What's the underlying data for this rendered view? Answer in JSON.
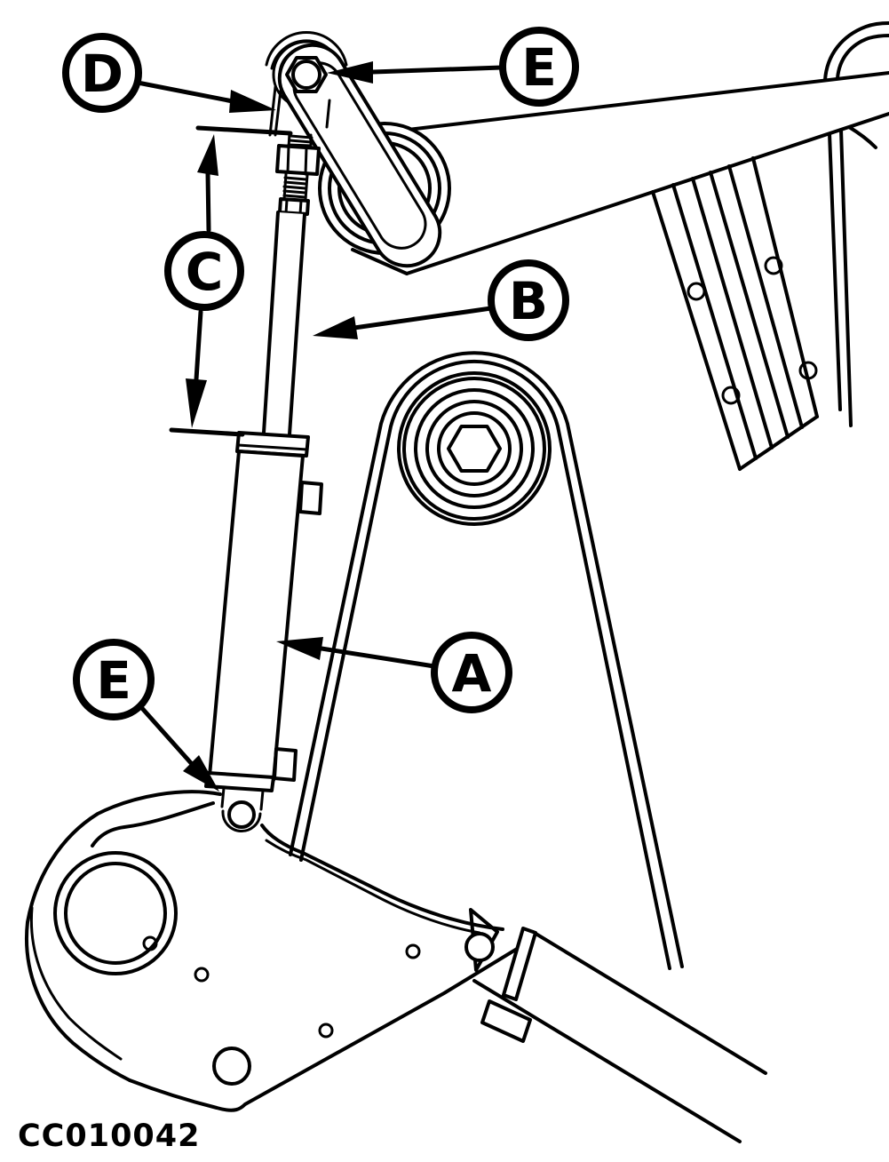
{
  "figure": {
    "type": "technical-line-illustration",
    "description": "Service manual exploded view of an adjustable control rod (turnbuckle) assembly with callout letters",
    "background_color": "#ffffff",
    "line_color": "#000000",
    "code": "CC010042",
    "callouts": [
      {
        "letter": "D",
        "target": "rod-end-clevis"
      },
      {
        "letter": "E",
        "target": "upper-retaining-nut"
      },
      {
        "letter": "C",
        "target": "adjustment-length-dimension"
      },
      {
        "letter": "B",
        "target": "adjuster-rod"
      },
      {
        "letter": "A",
        "target": "turnbuckle-body"
      },
      {
        "letter": "E",
        "target": "lower-retaining-bolt"
      }
    ]
  }
}
